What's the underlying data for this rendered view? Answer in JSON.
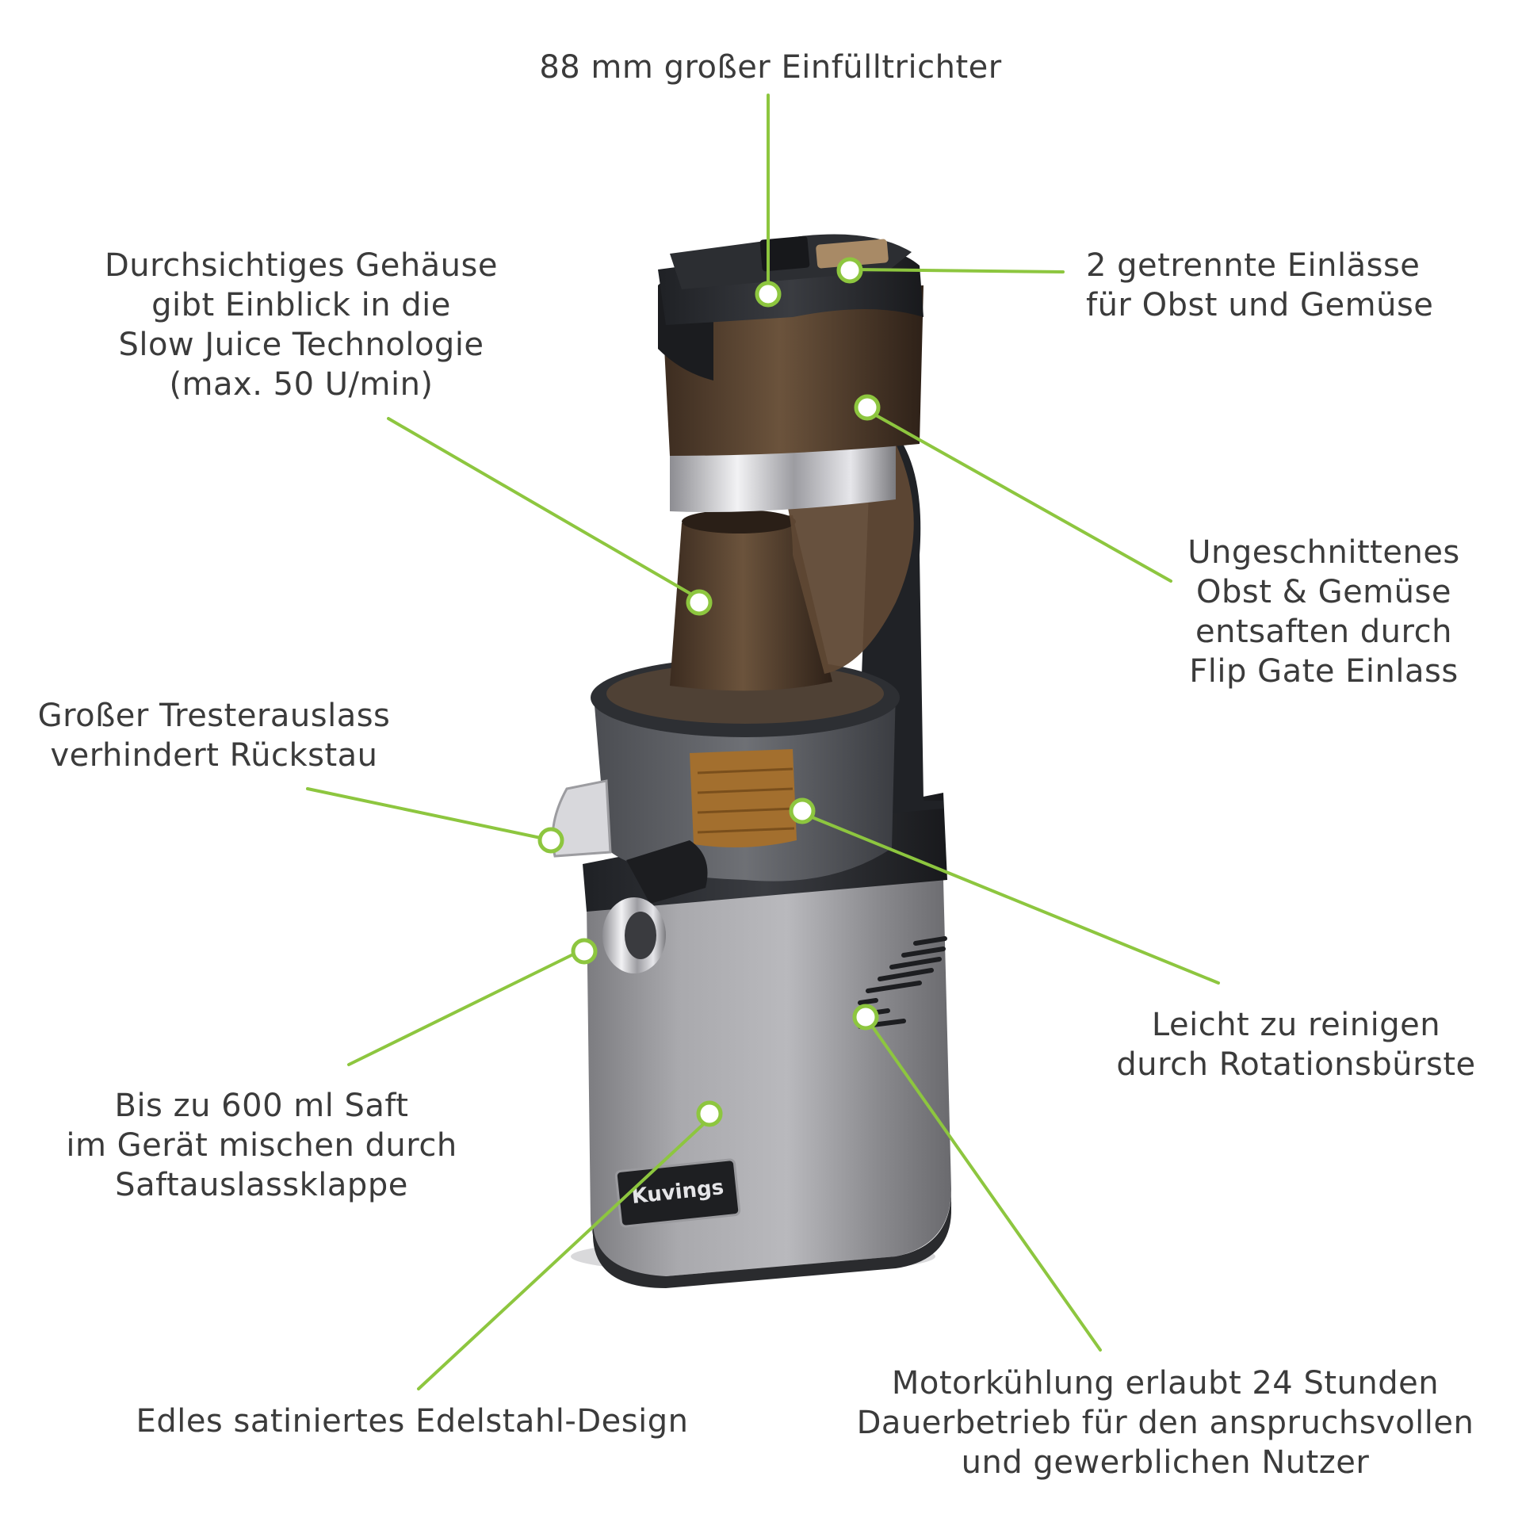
{
  "colors": {
    "callout_line": "#8dc63f",
    "text": "#3b3b3b",
    "steel": "#9a9a9c",
    "dark_body": "#2b2d31",
    "smoke_glass": "#5a4634",
    "chrome": "#cfcfd3"
  },
  "product": {
    "brand_badge": "Kuvings"
  },
  "callouts": {
    "hopper": {
      "lines": [
        "88 mm großer Einfülltrichter"
      ]
    },
    "housing": {
      "lines": [
        "Durchsichtiges Gehäuse",
        "gibt Einblick in die",
        "Slow Juice Technologie",
        "(max. 50 U/min)"
      ]
    },
    "inlets": {
      "lines": [
        "2 getrennte Einlässe",
        "für Obst und Gemüse"
      ]
    },
    "flipgate": {
      "lines": [
        "Ungeschnittenes",
        "Obst & Gemüse",
        "entsaften durch",
        "Flip Gate Einlass"
      ]
    },
    "pulp": {
      "lines": [
        "Großer Tresterauslass",
        "verhindert Rückstau"
      ]
    },
    "clean": {
      "lines": [
        "Leicht zu reinigen",
        "durch Rotationsbürste"
      ]
    },
    "cap": {
      "lines": [
        "Bis zu 600 ml Saft",
        "im Gerät mischen durch",
        "Saftauslassklappe"
      ]
    },
    "steel": {
      "lines": [
        "Edles satiniertes Edelstahl-Design"
      ]
    },
    "motor": {
      "lines": [
        "Motorkühlung erlaubt 24 Stunden",
        "Dauerbetrieb für den anspruchsvollen",
        "und gewerblichen Nutzer"
      ]
    }
  }
}
